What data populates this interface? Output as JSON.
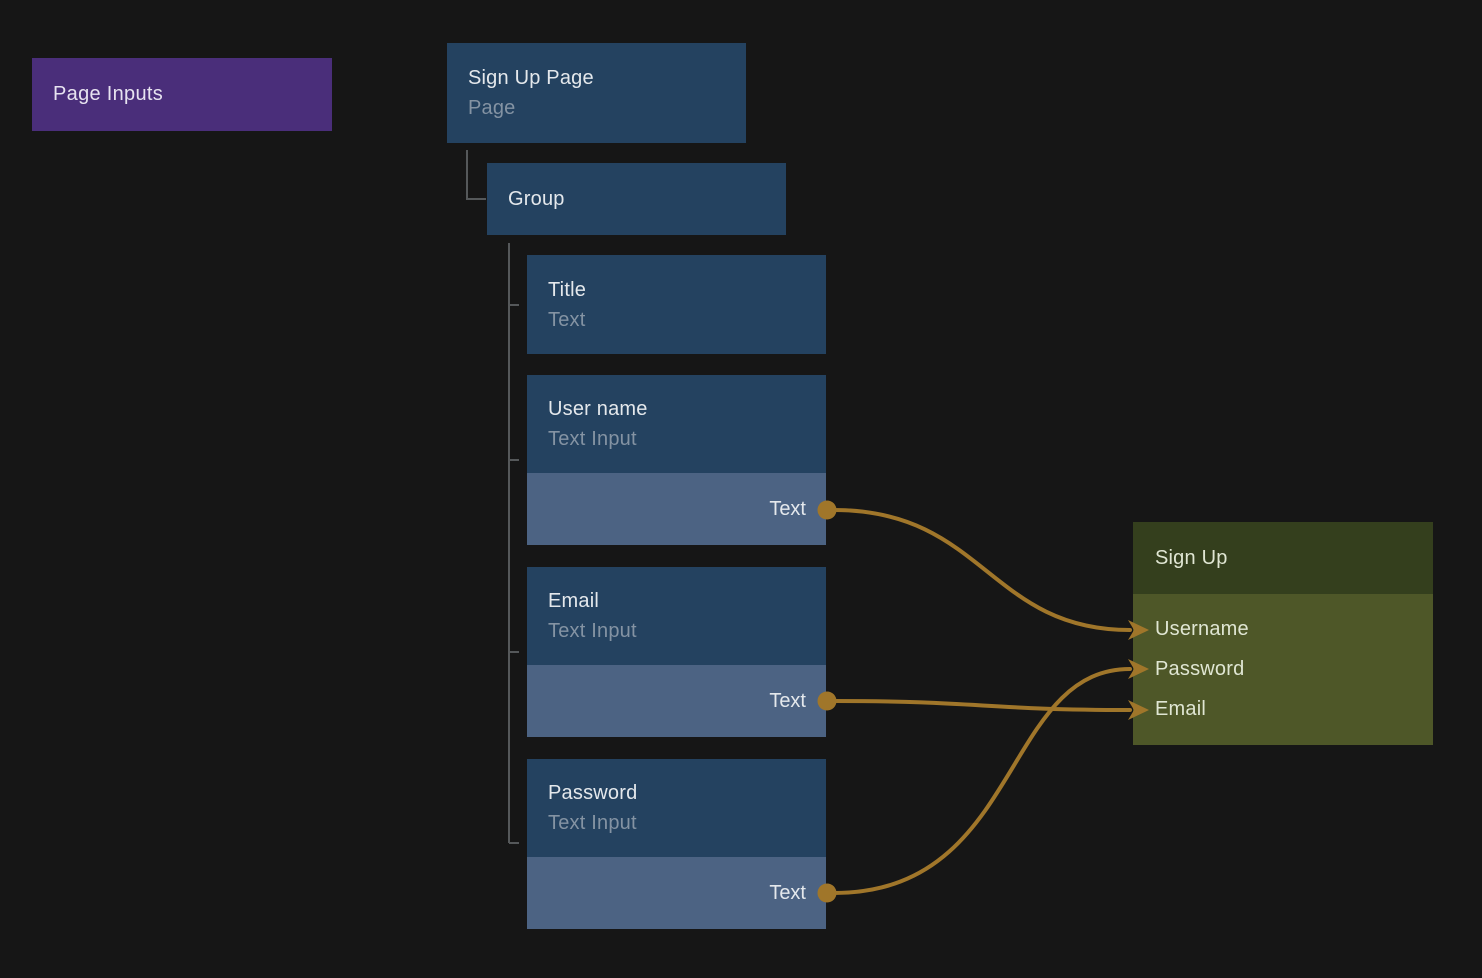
{
  "page_inputs": {
    "label": "Page Inputs"
  },
  "tree": {
    "root": {
      "title": "Sign Up Page",
      "subtitle": "Page"
    },
    "group": {
      "title": "Group"
    },
    "children": [
      {
        "title": "Title",
        "subtitle": "Text"
      },
      {
        "title": "User name",
        "subtitle": "Text Input",
        "output_port": "Text"
      },
      {
        "title": "Email",
        "subtitle": "Text Input",
        "output_port": "Text"
      },
      {
        "title": "Password",
        "subtitle": "Text Input",
        "output_port": "Text"
      }
    ]
  },
  "signup_panel": {
    "title": "Sign Up",
    "inputs": [
      "Username",
      "Password",
      "Email"
    ]
  },
  "connections": [
    {
      "from": "User name / Text",
      "to": "Sign Up / Username"
    },
    {
      "from": "Email / Text",
      "to": "Sign Up / Email"
    },
    {
      "from": "Password / Text",
      "to": "Sign Up / Password"
    }
  ],
  "colors": {
    "bg": "#161616",
    "purple": "#4a2e7a",
    "node_blue": "#244260",
    "port_blue": "#4c6383",
    "olive_dark": "#343f1d",
    "olive_body": "#4e5728",
    "wire_gold": "#a0762a",
    "tree_line": "#55585a",
    "text_bright": "#e4e8ec",
    "text_muted": "#8493a3",
    "signup_text": "#e0e6d3"
  }
}
